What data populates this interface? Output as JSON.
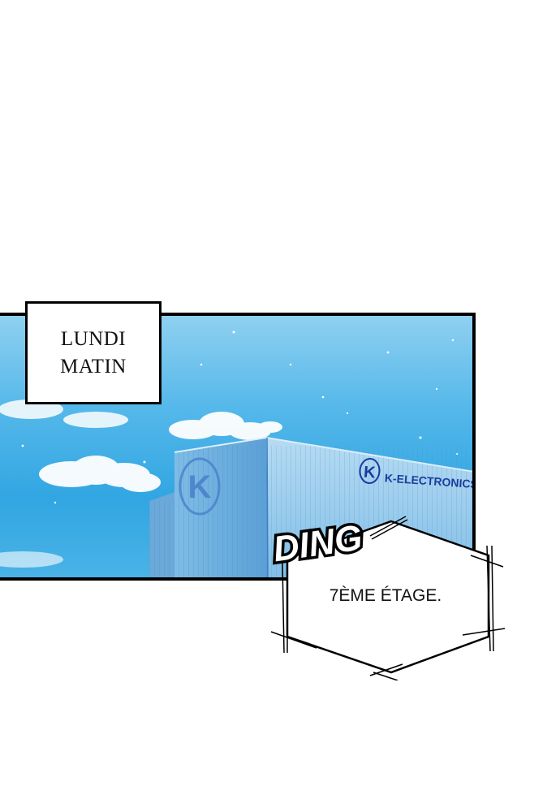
{
  "caption": {
    "line1": "LUNDI",
    "line2": "MATIN"
  },
  "building": {
    "logo_letter": "K",
    "sign": "K-ELECTRONICS"
  },
  "sfx": {
    "text": "DING"
  },
  "speech": {
    "text": "7ÈME ÉTAGE."
  },
  "colors": {
    "sky": "#31a6e2",
    "building_glass": "#8fc6ea",
    "sign_text": "#1a3d9e",
    "border": "#000000"
  }
}
